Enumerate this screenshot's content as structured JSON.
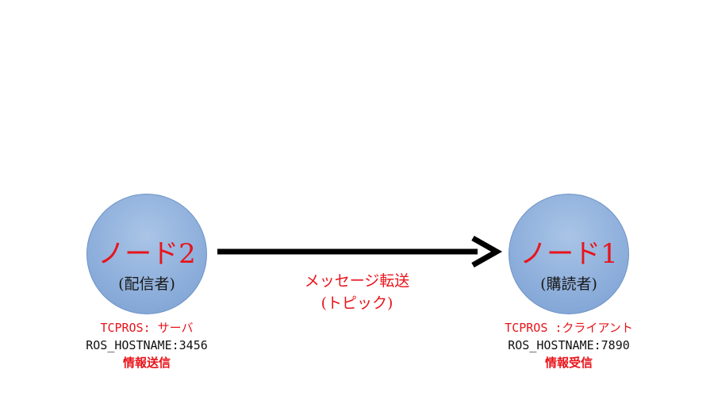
{
  "colors": {
    "accent_red": "#e8141b",
    "node_fill": "#8fb0dc",
    "node_border": "#6f93c6",
    "arrow": "#000000",
    "text_dark": "#111111"
  },
  "nodes": {
    "publisher": {
      "title": "ノード2",
      "role": "(配信者)",
      "protocol": "TCPROS: サーバ",
      "hostname": "ROS_HOSTNAME:3456",
      "action": "情報送信"
    },
    "subscriber": {
      "title": "ノード1",
      "role": "(購読者)",
      "protocol": "TCPROS :クライアント",
      "hostname": "ROS_HOSTNAME:7890",
      "action": "情報受信"
    }
  },
  "edge": {
    "label_line1": "メッセージ転送",
    "label_line2": "(トピック)",
    "direction": "publisher-to-subscriber"
  }
}
